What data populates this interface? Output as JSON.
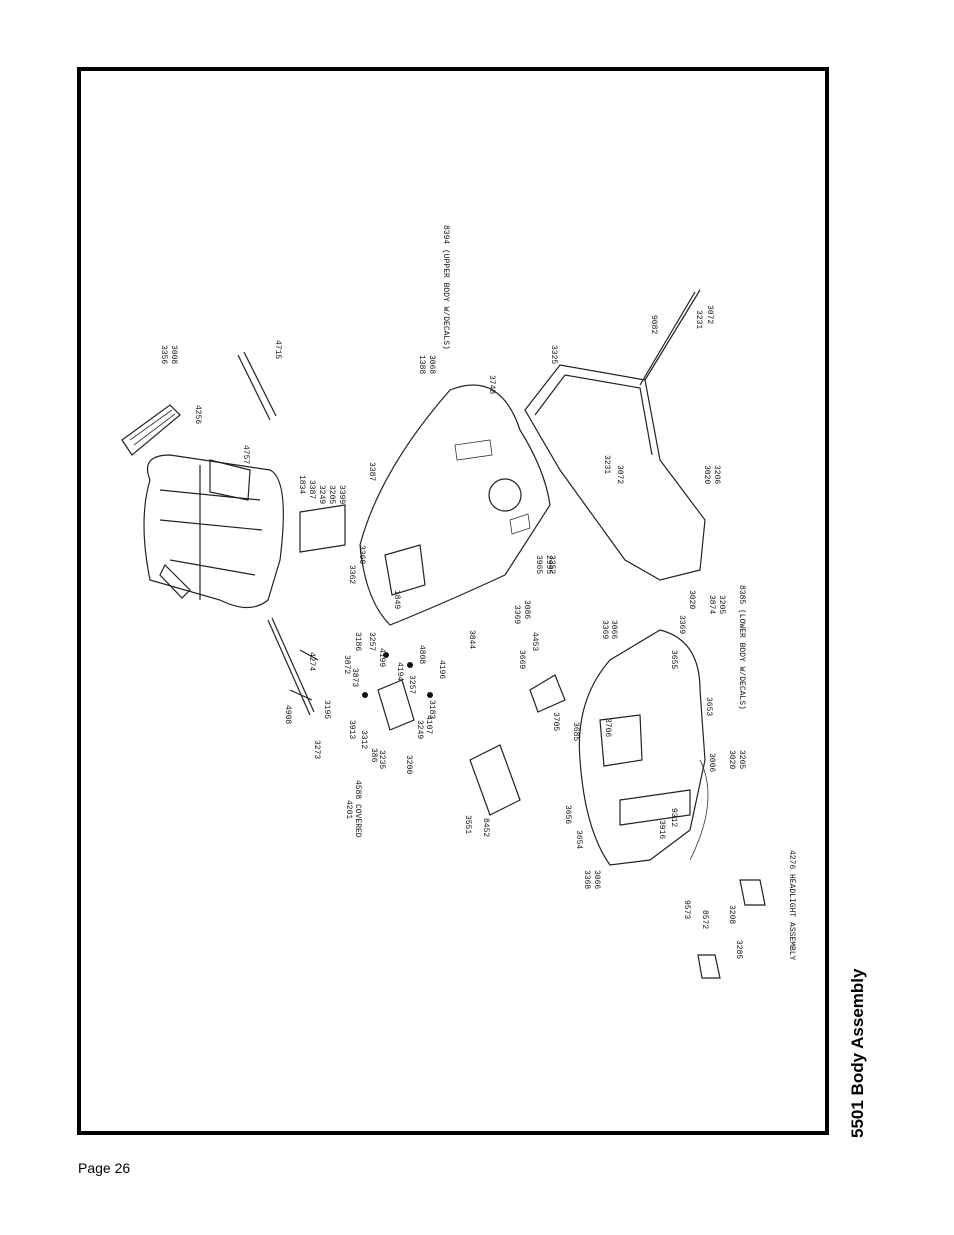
{
  "document": {
    "title": "5501 Body Assembly",
    "page_label": "Page 26"
  },
  "diagram": {
    "labels": {
      "upper_body": "8394 (UPPER BODY W/DECALS)",
      "lower_body": "8385 (LOWER BODY W/DECALS)",
      "headlight": "4276 HEADLIGHT ASSEMBLY",
      "covered": "4588 COVERED",
      "p4201": "4201",
      "p3356": "3356",
      "p3008": "3008",
      "p4715": "4715",
      "p4256": "4256",
      "p4757": "4757",
      "p1834": "1834",
      "p3387a": "3387",
      "p3249": "3249",
      "p3205": "3205",
      "p3399": "3399",
      "p3387b": "3387",
      "p3362": "3362",
      "p3360": "3360",
      "p1388": "1388",
      "p3068": "3068",
      "p3748": "3748",
      "p1849": "1849",
      "p3844": "3844",
      "p3369": "3369",
      "p3086": "3086",
      "p3965": "3965",
      "p2995": "2995",
      "p3325": "3325",
      "p9082": "9082",
      "p3231a": "3231",
      "p3072a": "3072",
      "p3231b": "3231",
      "p3072b": "3072",
      "p3020a": "3020",
      "p3206a": "3206",
      "p3352": "3352",
      "p3369b": "3369",
      "p3020b": "3020",
      "p3874": "3874",
      "p3205b": "3205",
      "p4274": "4274",
      "p3872": "3872",
      "p3873": "3873",
      "p3186": "3186",
      "p3257": "3257",
      "p4199": "4199",
      "p4194": "4194",
      "p3257b": "3257",
      "p4808": "4808",
      "p4196": "4196",
      "p3183": "3183",
      "p4107": "4107",
      "p3249b": "3249",
      "p4908": "4908",
      "p3195": "3195",
      "p3273": "3273",
      "p3913": "3913",
      "p3312": "3312",
      "p386": "386",
      "p3235": "3235",
      "p3200": "3200",
      "p3369c": "3369",
      "p3066": "3066",
      "p4453": "4453",
      "p3669": "3669",
      "p3655": "3655",
      "p3706": "3706",
      "p3705": "3705",
      "p3685": "3685",
      "p3653": "3653",
      "p3006": "3006",
      "p3020c": "3020",
      "p3205c": "3205",
      "p3551": "3551",
      "p8452": "8452",
      "p3656": "3656",
      "p3654": "3654",
      "p3916": "3916",
      "p9312": "9312",
      "p3368": "3368",
      "p3066b": "3066",
      "p9573": "9573",
      "p8572": "8572",
      "p3208": "3208",
      "p3285": "3285"
    }
  }
}
